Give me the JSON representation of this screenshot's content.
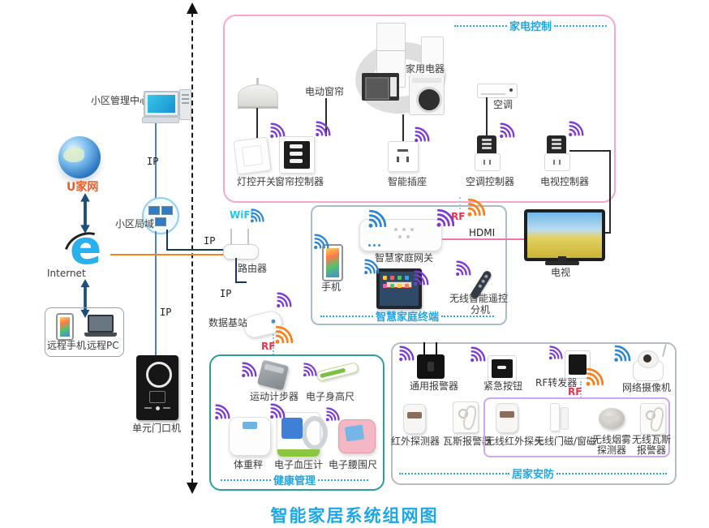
{
  "title": "智能家居系统组网图",
  "labels": {
    "ip": "IP",
    "rf": "RF",
    "wifi": "WiFi",
    "hdmi": "HDMI"
  },
  "left": {
    "mgmt_center": "小区管理中心",
    "portal": "U家网",
    "internet": "Internet",
    "lan": "小区局域",
    "router": "路由器",
    "remote_phone": "远程手机",
    "remote_pc": "远程PC",
    "base_station": "数据基站",
    "door_station": "单元门口机"
  },
  "appliance_box": {
    "title": "家电控制",
    "motor_curtain": "电动窗帘",
    "appliances": "家用电器",
    "ac": "空调",
    "light_switch": "灯控开关",
    "curtain_ctrl": "窗帘控制器",
    "smart_socket": "智能插座",
    "ac_ctrl": "空调控制器",
    "tv_ctrl": "电视控制器"
  },
  "terminal_box": {
    "title": "智慧家庭终端",
    "phone": "手机",
    "gateway": "智慧家庭网关",
    "remote_line1": "无线智能遥控",
    "remote_line2": "分机"
  },
  "tv": "电视",
  "health_box": {
    "title": "健康管理",
    "pedometer": "运动计步器",
    "height_ruler": "电子身高尺",
    "scale": "体重秤",
    "bp_monitor": "电子血压计",
    "waist_ruler": "电子腰围尺"
  },
  "security_box": {
    "title": "居家安防",
    "alarm": "通用报警器",
    "emergency": "紧急按钮",
    "rf_repeater": "RF转发器",
    "camera": "网络摄像机",
    "ir_detector": "红外探测器",
    "gas_alarm": "瓦斯报警器",
    "wireless_ir": "无线红外探头",
    "door_magnet": "无线门磁/窗磁",
    "smoke_line1": "无线烟雾",
    "smoke_line2": "探测器",
    "gas_line1": "无线瓦斯",
    "gas_line2": "报警器"
  },
  "colors": {
    "accent_blue": "#1ba7e8",
    "box_pink": "#f5a8cd",
    "box_teal": "#2f9e99",
    "box_gray": "#b5bcc4",
    "box_purple": "#cfa7e8",
    "wifi_purple": "#7d3bd0",
    "wifi_blue": "#2e86d0",
    "wifi_orange": "#f5821f",
    "rf_red": "#e8334a",
    "line_ip": "#4f81bd",
    "line_internet": "#f5821f",
    "line_hdmi": "#f272b6"
  },
  "icons": {
    "wifi": "wifi-icon",
    "rf_signal": "rf-signal-icon",
    "double_arrow": "double-arrow-icon",
    "dashed_axis": "dashed-arrow-line",
    "globe": "globe-icon",
    "browser": "ie-browser-icon"
  }
}
